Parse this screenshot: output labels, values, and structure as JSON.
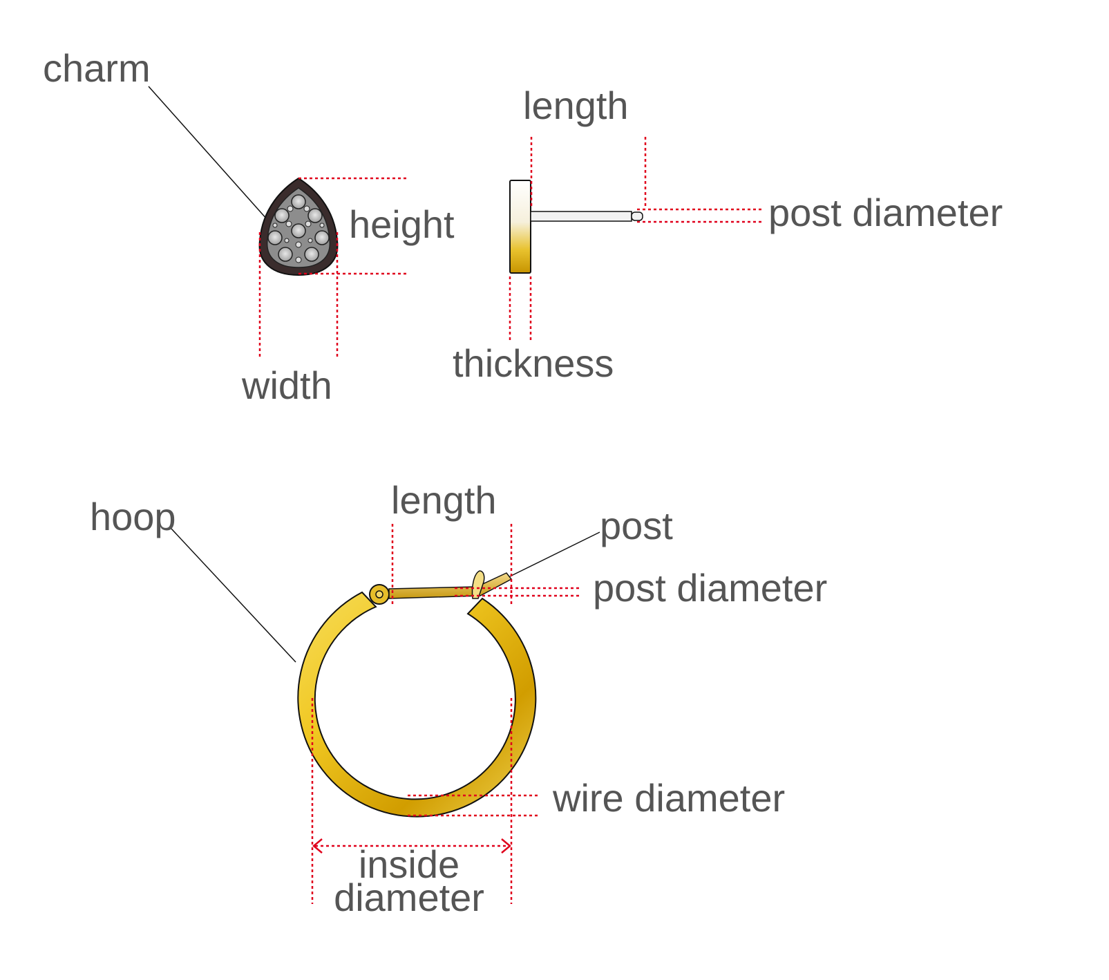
{
  "stud": {
    "charm_label": "charm",
    "height_label": "height",
    "width_label": "width",
    "length_label": "length",
    "post_diameter_label": "post diameter",
    "thickness_label": "thickness"
  },
  "hoop": {
    "hoop_label": "hoop",
    "length_label": "length",
    "post_label": "post",
    "post_diameter_label": "post diameter",
    "wire_diameter_label": "wire diameter",
    "inside_label": "inside",
    "diameter_label": "diameter"
  },
  "colors": {
    "dimension_line": "#e0001b",
    "text": "#555555",
    "gold": "#e8b400",
    "charm_dark": "#3a2c2c"
  }
}
